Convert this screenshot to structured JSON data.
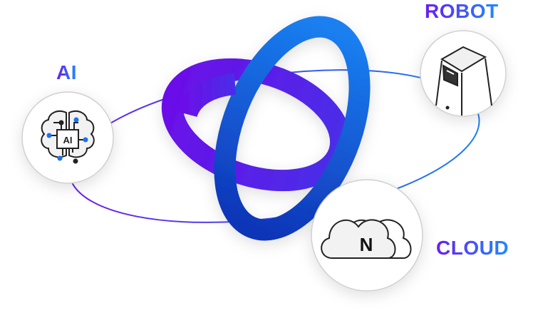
{
  "labels": {
    "ai": "AI",
    "robot": "ROBOT",
    "cloud": "CLOUD"
  },
  "icons": {
    "ai": "brain-chip-icon",
    "robot": "robot-icon",
    "cloud": "cloud-icon"
  },
  "chip_text": "AI",
  "cloud_text": "N",
  "colors": {
    "purple": "#6a1cf0",
    "blue": "#1a6ff0",
    "dark_blue": "#0f3fc4",
    "accent_dot": "#1a73e8"
  }
}
